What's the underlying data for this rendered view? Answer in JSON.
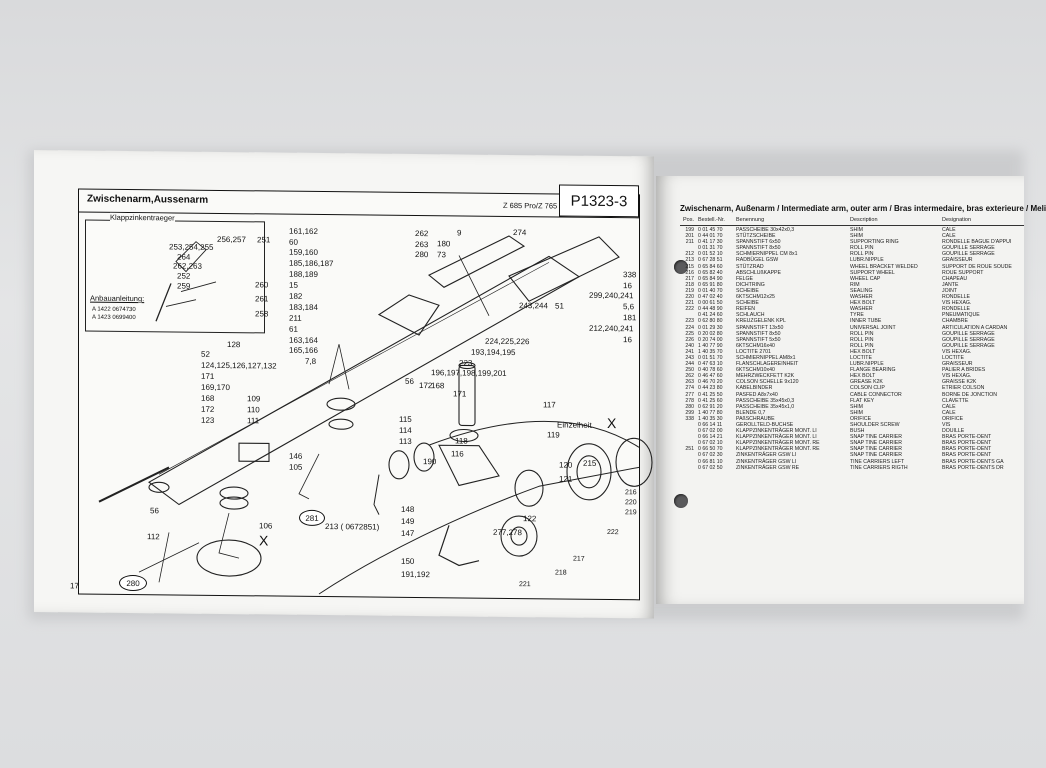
{
  "left_page": {
    "title": "Zwischenarm,Aussenarm",
    "model": "Z 685 Pro/Z 765 Pro",
    "code": "P1323-3",
    "page_number": "17",
    "subassembly": {
      "title": "Klappzinkentraeger",
      "note": "Anbauanleitung:",
      "rows": [
        "A  1422   0674730",
        "A  1423   0699400"
      ]
    },
    "detail_label": "Einzelheit",
    "detail_marker": "X",
    "callouts": [
      "281",
      "280"
    ],
    "part_labels": [
      "256,257",
      "251",
      "253,254,255",
      "264",
      "262,263",
      "252",
      "259",
      "260",
      "261",
      "258",
      "161,162",
      "60",
      "159,160",
      "185,186,187",
      "188,189",
      "15",
      "182",
      "183,184",
      "211",
      "61",
      "163,164",
      "165,166",
      "7,8",
      "262",
      "263",
      "280",
      "180",
      "73",
      "9",
      "274",
      "338",
      "16",
      "299,240,241",
      "5,6",
      "181",
      "212,240,241",
      "16",
      "243,244",
      "51",
      "224,225,226",
      "193,194,195",
      "223",
      "196,197,198,199,201",
      "172",
      "56",
      "168",
      "171",
      "128",
      "52",
      "124,125,126,127,132",
      "171",
      "169,170",
      "168",
      "109",
      "172",
      "110",
      "123",
      "111",
      "146",
      "105",
      "56",
      "112",
      "106",
      "213 ( 0672851)",
      "117",
      "119",
      "115",
      "114",
      "113",
      "118",
      "116",
      "190",
      "120",
      "121",
      "215",
      "216",
      "220",
      "219",
      "222",
      "148",
      "149",
      "147",
      "277,278",
      "122",
      "150",
      "191,192",
      "217",
      "218",
      "221"
    ]
  },
  "right_page": {
    "title": "Zwischenarm, Außenarm / Intermediate arm, outer arm / Bras intermedaire, bras exterieure / Meli",
    "headers": {
      "pos": "Pos.",
      "nr": "Bestell.-Nr.",
      "de": "Benennung",
      "en": "Description",
      "fr": "Designation"
    },
    "rows": [
      [
        "199",
        "0 01 45 70",
        "PASSCHEIBE 30x42x0,3",
        "SHIM",
        "CALE"
      ],
      [
        "201",
        "0 44 01 70",
        "STÜTZSCHEIBE",
        "SHIM",
        "CALE"
      ],
      [
        "211",
        "0 41 17 30",
        "SPANNSTIFT 6x50",
        "SUPPORTING RING",
        "RONDELLE BAGUE D'APPUI"
      ],
      [
        "",
        "0 01 31 70",
        "SPANNSTIFT 8x50",
        "ROLL PIN",
        "GOUPILLE SERRAGE"
      ],
      [
        "212",
        "0 01 52 10",
        "SCHMIERNIPPEL CM 8x1",
        "ROLL PIN",
        "GOUPILLE SERRAGE"
      ],
      [
        "213",
        "0 67 28 51",
        "RADBÜGEL GSW",
        "LUBR.NIPPLE",
        "GRAISSEUR"
      ],
      [
        "215",
        "0 65 84 60",
        "STÜTZRAD",
        "WHEEL BRACKET WELDED",
        "SUPPORT DE ROUE SOUDE"
      ],
      [
        "216",
        "0 65 82 40",
        "ABSCHLUßKAPPE",
        "SUPPORT WHEEL",
        "ROUE SUPPORT"
      ],
      [
        "217",
        "0 65 84 90",
        "FELGE",
        "WHEEL CAP",
        "CHAPEAU"
      ],
      [
        "218",
        "0 65 91 80",
        "DICHTRING",
        "RIM",
        "JANTE"
      ],
      [
        "219",
        "0 01 40 70",
        "SCHEIBE",
        "SEALING",
        "JOINT"
      ],
      [
        "220",
        "0 47 02 40",
        "6KTSCHM12x25",
        "WASHER",
        "RONDELLE"
      ],
      [
        "221",
        "0 00 61 50",
        "SCHEIBE",
        "HEX BOLT",
        "VIS HEXAG."
      ],
      [
        "222",
        "0 44 48 90",
        "REIFEN",
        "WASHER",
        "RONDELLE"
      ],
      [
        "",
        "0 41 24 60",
        "SCHLAUCH",
        "TYRE",
        "PNEUMATIQUE"
      ],
      [
        "223",
        "0 62 80 80",
        "KREUZGELENK KPL",
        "INNER TUBE",
        "CHAMBRE"
      ],
      [
        "224",
        "0 01 29 30",
        "SPANNSTIFT 13x50",
        "UNIVERSAL JOINT",
        "ARTICULATION A CARDAN"
      ],
      [
        "225",
        "0 20 02 80",
        "SPANNSTIFT 8x50",
        "ROLL PIN",
        "GOUPILLE SERRAGE"
      ],
      [
        "226",
        "0 20 74 00",
        "SPANNSTIFT 5x50",
        "ROLL PIN",
        "GOUPILLE SERRAGE"
      ],
      [
        "240",
        "1 40 77 90",
        "6KTSCHM16x40",
        "ROLL PIN",
        "GOUPILLE SERRAGE"
      ],
      [
        "241",
        "1 40 35 70",
        "LOCTITE 2701",
        "HEX BOLT",
        "VIS HEXAG."
      ],
      [
        "243",
        "0 01 51 70",
        "SCHMIERNIPPEL AM8x1",
        "LOCTITE",
        "LOCTITE"
      ],
      [
        "244",
        "0 47 63 10",
        "FLANSCHLAGEREINHEIT",
        "LUBR.NIPPLE",
        "GRAISSEUR"
      ],
      [
        "250",
        "0 40 78 60",
        "6KTSCHM10x40",
        "FLANGE BEARING",
        "PALIER A BRIDES"
      ],
      [
        "262",
        "0 46 47 60",
        "MEHRZWECKFETT K2K",
        "HEX BOLT",
        "VIS HEXAG."
      ],
      [
        "263",
        "0 46 70 20",
        "COLSON SCHELLE 9x120",
        "GREASE K2K",
        "GRAISSE K2K"
      ],
      [
        "274",
        "0 44 23 80",
        "KABELBINDER",
        "COLSON CLIP",
        "ETRIER COLSON"
      ],
      [
        "277",
        "0 41 25 50",
        "PASFED A8x7x40",
        "CABLE CONNECTOR",
        "BORNE DE JONCTION"
      ],
      [
        "278",
        "0 41 25 60",
        "PASSCHEIBE 35x45x0,3",
        "FLAT KEY",
        "CLAVETTE"
      ],
      [
        "280",
        "0 62 91 20",
        "PASSCHEIBE 35x45x1,0",
        "SHIM",
        "CALE"
      ],
      [
        "299",
        "1 40 77 80",
        "BLENDE 0,7",
        "SHIM",
        "CALE"
      ],
      [
        "338",
        "1 40 35 30",
        "PAßSCHRAUBE",
        "ORIFICE",
        "ORIFICE"
      ],
      [
        "",
        "0 66 14 11",
        "GEROLLTELD-BUCHSE",
        "SHOULDER SCREW",
        "VIS"
      ],
      [
        "",
        "0 67 02 00",
        "KLAPPZINKENTRÄGER MONT. LI",
        "BUSH",
        "DOUILLE"
      ],
      [
        "",
        "0 66 14 21",
        "KLAPPZINKENTRÄGER MONT. LI",
        "SNAP TINE CARRIER",
        "BRAS PORTE-DENT"
      ],
      [
        "",
        "0 67 02 10",
        "KLAPPZINKENTRÄGER MONT. RE",
        "SNAP TINE CARRIER",
        "BRAS PORTE-DENT"
      ],
      [
        "251",
        "0 66 50 70",
        "KLAPPZINKENTRÄGER MONT. RE",
        "SNAP TINE CARRIER",
        "BRAS PORTE-DENT"
      ],
      [
        "",
        "0 67 02 30",
        "ZINKENTRÄGER GSW LI",
        "SNAP TINE CARRIER",
        "BRAS PORTE-DENT"
      ],
      [
        "",
        "0 66 81 10",
        "ZINKENTRÄGER GSW LI",
        "TINE CARRIERS LEFT",
        "BRAS PORTE-DENTS GA"
      ],
      [
        "",
        "0 67 02 50",
        "ZINKENTRÄGER GSW RE",
        "TINE CARRIERS RIGTH",
        "BRAS PORTE-DENTS DR"
      ]
    ]
  }
}
